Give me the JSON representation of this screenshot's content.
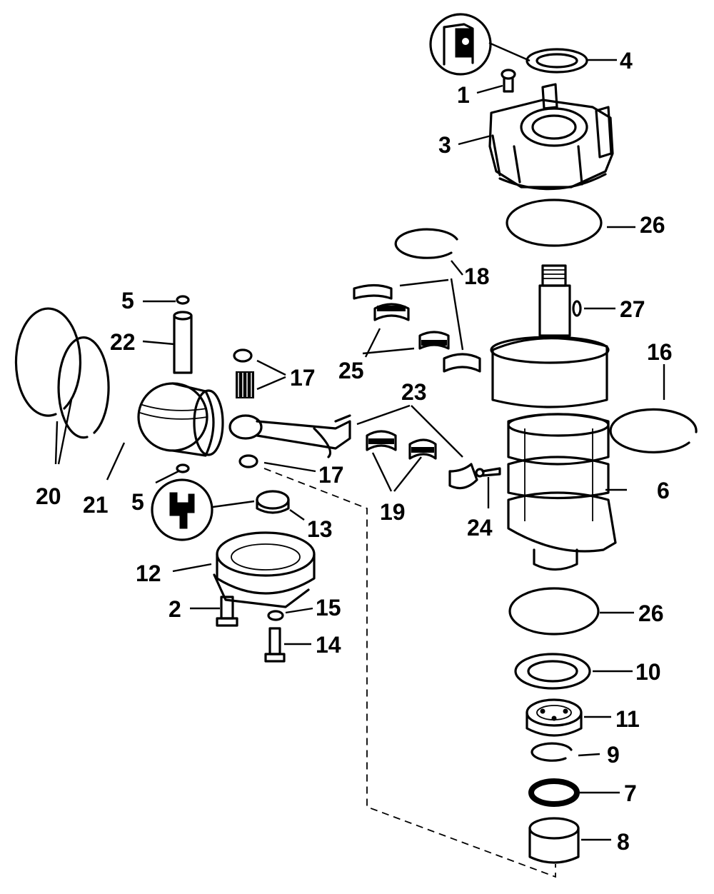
{
  "callouts": {
    "c1": "1",
    "c2": "2",
    "c3": "3",
    "c4": "4",
    "c5a": "5",
    "c5b": "5",
    "c6": "6",
    "c7": "7",
    "c8": "8",
    "c9": "9",
    "c10": "10",
    "c11": "11",
    "c12": "12",
    "c13": "13",
    "c14": "14",
    "c15": "15",
    "c16": "16",
    "c17a": "17",
    "c17b": "17",
    "c18": "18",
    "c19": "19",
    "c20": "20",
    "c21": "21",
    "c22": "22",
    "c23": "23",
    "c24": "24",
    "c25": "25",
    "c26a": "26",
    "c26b": "26",
    "c27": "27"
  },
  "colors": {
    "ink": "#000000",
    "paper": "#ffffff"
  }
}
